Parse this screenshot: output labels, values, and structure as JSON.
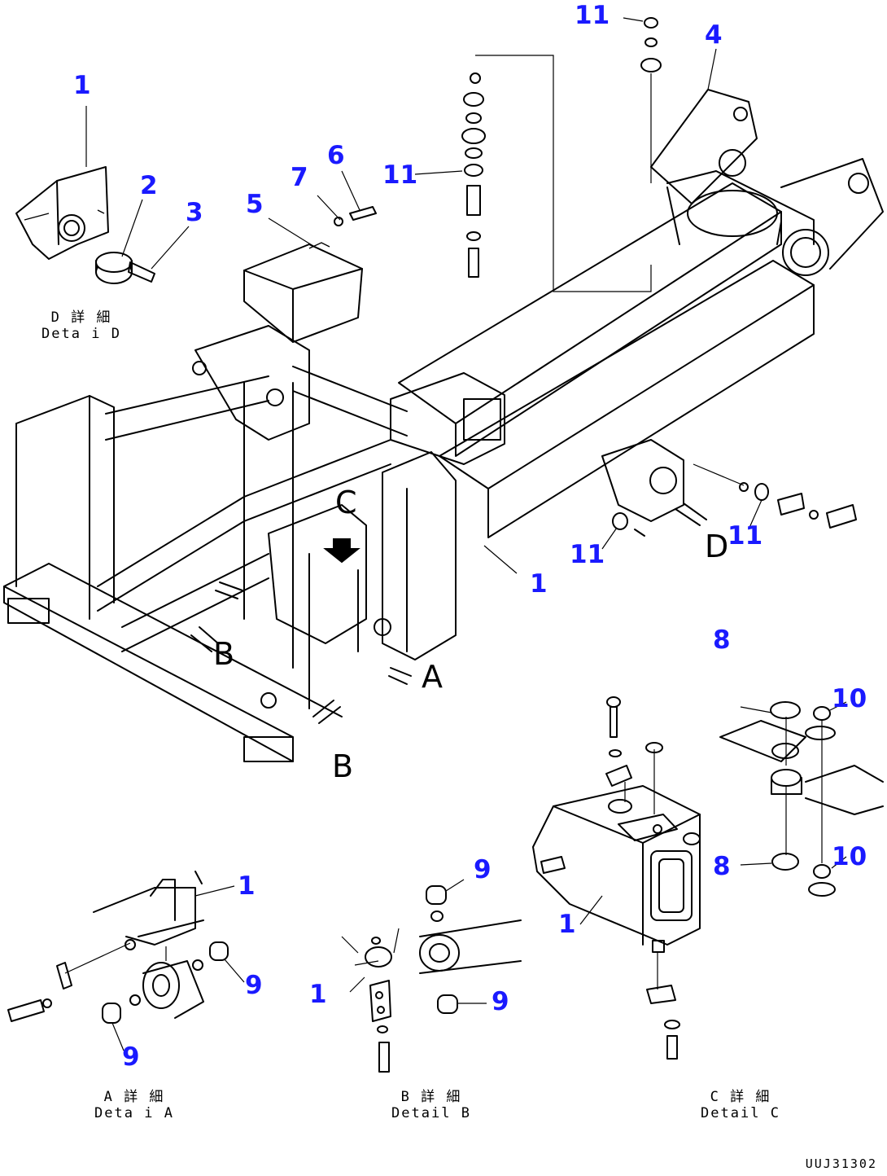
{
  "callouts": [
    {
      "id": "c-11-top",
      "text": "11"
    },
    {
      "id": "c-4",
      "text": "4"
    },
    {
      "id": "c-1-topleft",
      "text": "1"
    },
    {
      "id": "c-2",
      "text": "2"
    },
    {
      "id": "c-3",
      "text": "3"
    },
    {
      "id": "c-7",
      "text": "7"
    },
    {
      "id": "c-6",
      "text": "6"
    },
    {
      "id": "c-5",
      "text": "5"
    },
    {
      "id": "c-11-mid",
      "text": "11"
    },
    {
      "id": "c-11-right",
      "text": "11"
    },
    {
      "id": "c-11-lower",
      "text": "11"
    },
    {
      "id": "c-1-frame",
      "text": "1"
    },
    {
      "id": "c-8-top",
      "text": "8"
    },
    {
      "id": "c-10-top",
      "text": "10"
    },
    {
      "id": "c-8-bottom",
      "text": "8"
    },
    {
      "id": "c-10-bottom",
      "text": "10"
    },
    {
      "id": "c-1-detailc",
      "text": "1"
    },
    {
      "id": "c-1-detaila",
      "text": "1"
    },
    {
      "id": "c-9-a-right",
      "text": "9"
    },
    {
      "id": "c-9-a-bottom",
      "text": "9"
    },
    {
      "id": "c-9-b-top",
      "text": "9"
    },
    {
      "id": "c-1-detailb",
      "text": "1"
    },
    {
      "id": "c-9-b-bottom",
      "text": "9"
    }
  ],
  "view_letters": {
    "a": "A",
    "b": "B",
    "b2": "B",
    "c": "C",
    "d": "D"
  },
  "captions": {
    "detail_d": "D 詳 細\nDeta i D",
    "detail_a": "A 詳 細\nDeta i A",
    "detail_b": "B 詳 細\nDetail B",
    "detail_c": "C 詳 細\nDetail C"
  },
  "drawing_number": "UUJ31302"
}
